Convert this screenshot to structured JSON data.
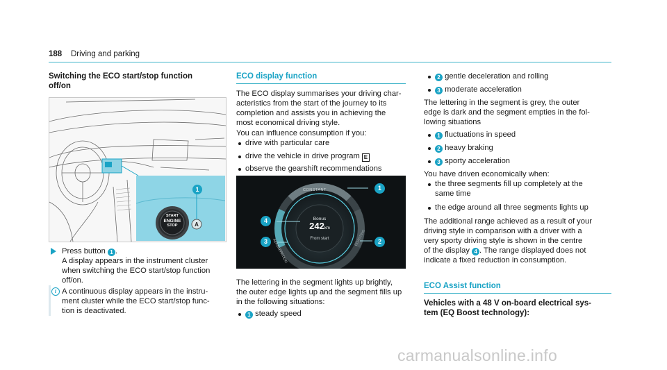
{
  "header": {
    "page_number": "188",
    "title": "Driving and parking"
  },
  "col1": {
    "heading_line1": "Switching the ECO start/stop function",
    "heading_line2": "off/on",
    "figure": {
      "button_lines": [
        "START",
        "ENGINE",
        "STOP"
      ],
      "callout": "1"
    },
    "step": {
      "line1_prefix": "Press button",
      "line1_num": "1",
      "line1_suffix": ".",
      "lines": [
        "A display appears in the instrument cluster",
        "when switching the ECO start/stop function",
        "off/on."
      ]
    },
    "note": {
      "lines": [
        "A continuous display appears in the instru-",
        "ment cluster while the ECO start/stop func-",
        "tion is deactivated."
      ]
    }
  },
  "col2": {
    "heading": "ECO display function",
    "intro": [
      "The ECO display summarises your driving char-",
      "acteristics from the start of the journey to its",
      "completion and assists you in achieving the",
      "most economical driving style."
    ],
    "influence": "You can influence consumption if you:",
    "bullets": [
      "drive with particular care",
      "drive the vehicle in drive program",
      "observe the gearshift recommendations"
    ],
    "drive_program_symbol": "E",
    "figure": {
      "constant": "CONSTANT",
      "acceleration": "ACCELERATION",
      "coasting": "COASTING",
      "bonus": "Bonus",
      "distance": "242",
      "unit": "km",
      "from_start": "From start",
      "callouts": [
        "1",
        "2",
        "3",
        "4"
      ]
    },
    "lettering": [
      "The lettering in the segment lights up brightly,",
      "the outer edge lights up and the segment fills up",
      "in the following situations:"
    ],
    "steady": {
      "num": "1",
      "text": "steady speed"
    }
  },
  "col3": {
    "top_items": [
      {
        "num": "2",
        "text": "gentle deceleration and rolling"
      },
      {
        "num": "3",
        "text": "moderate acceleration"
      }
    ],
    "grey_text": [
      "The lettering in the segment is grey, the outer",
      "edge is dark and the segment empties in the fol-",
      "lowing situations"
    ],
    "grey_items": [
      {
        "num": "1",
        "text": "fluctuations in speed"
      },
      {
        "num": "2",
        "text": "heavy braking"
      },
      {
        "num": "3",
        "text": "sporty acceleration"
      }
    ],
    "economical": "You have driven economically when:",
    "econ_bullets": [
      {
        "l1": "the three segments fill up completely at the",
        "l2": "same time"
      },
      {
        "l1": "the edge around all three segments lights up",
        "l2": ""
      }
    ],
    "additional": [
      "The additional range achieved as a result of your",
      "driving style in comparison with a driver with a",
      "very sporty driving style is shown in the centre"
    ],
    "additional_last_prefix": "of the display",
    "additional_last_num": "4",
    "additional_last_suffix": ". The range displayed does not",
    "additional_last": "indicate a fixed reduction in consumption.",
    "assist_heading": "ECO Assist function",
    "vehicles_heading": [
      "Vehicles with a 48 V on-board electrical sys-",
      "tem (EQ Boost technology):"
    ]
  },
  "watermark": "carmanualsonline.info"
}
